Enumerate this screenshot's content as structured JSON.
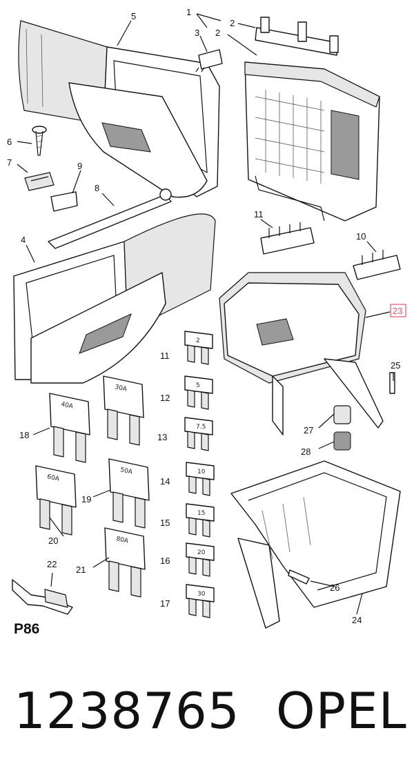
{
  "diagram": {
    "code": "P86",
    "highlighted_callout": "23",
    "callouts": [
      "1",
      "2",
      "2",
      "3",
      "4",
      "5",
      "6",
      "7",
      "8",
      "9",
      "10",
      "11",
      "11",
      "12",
      "13",
      "14",
      "15",
      "16",
      "17",
      "18",
      "19",
      "20",
      "21",
      "22",
      "24",
      "25",
      "26",
      "27",
      "28"
    ],
    "fuse_ratings": {
      "mini": [
        "2",
        "5",
        "7.5",
        "10",
        "15",
        "20",
        "30"
      ],
      "maxi": [
        "40A",
        "30A",
        "60A",
        "50A",
        "80A"
      ]
    }
  },
  "footer": {
    "part_number": "1238765",
    "brand": "OPEL"
  }
}
